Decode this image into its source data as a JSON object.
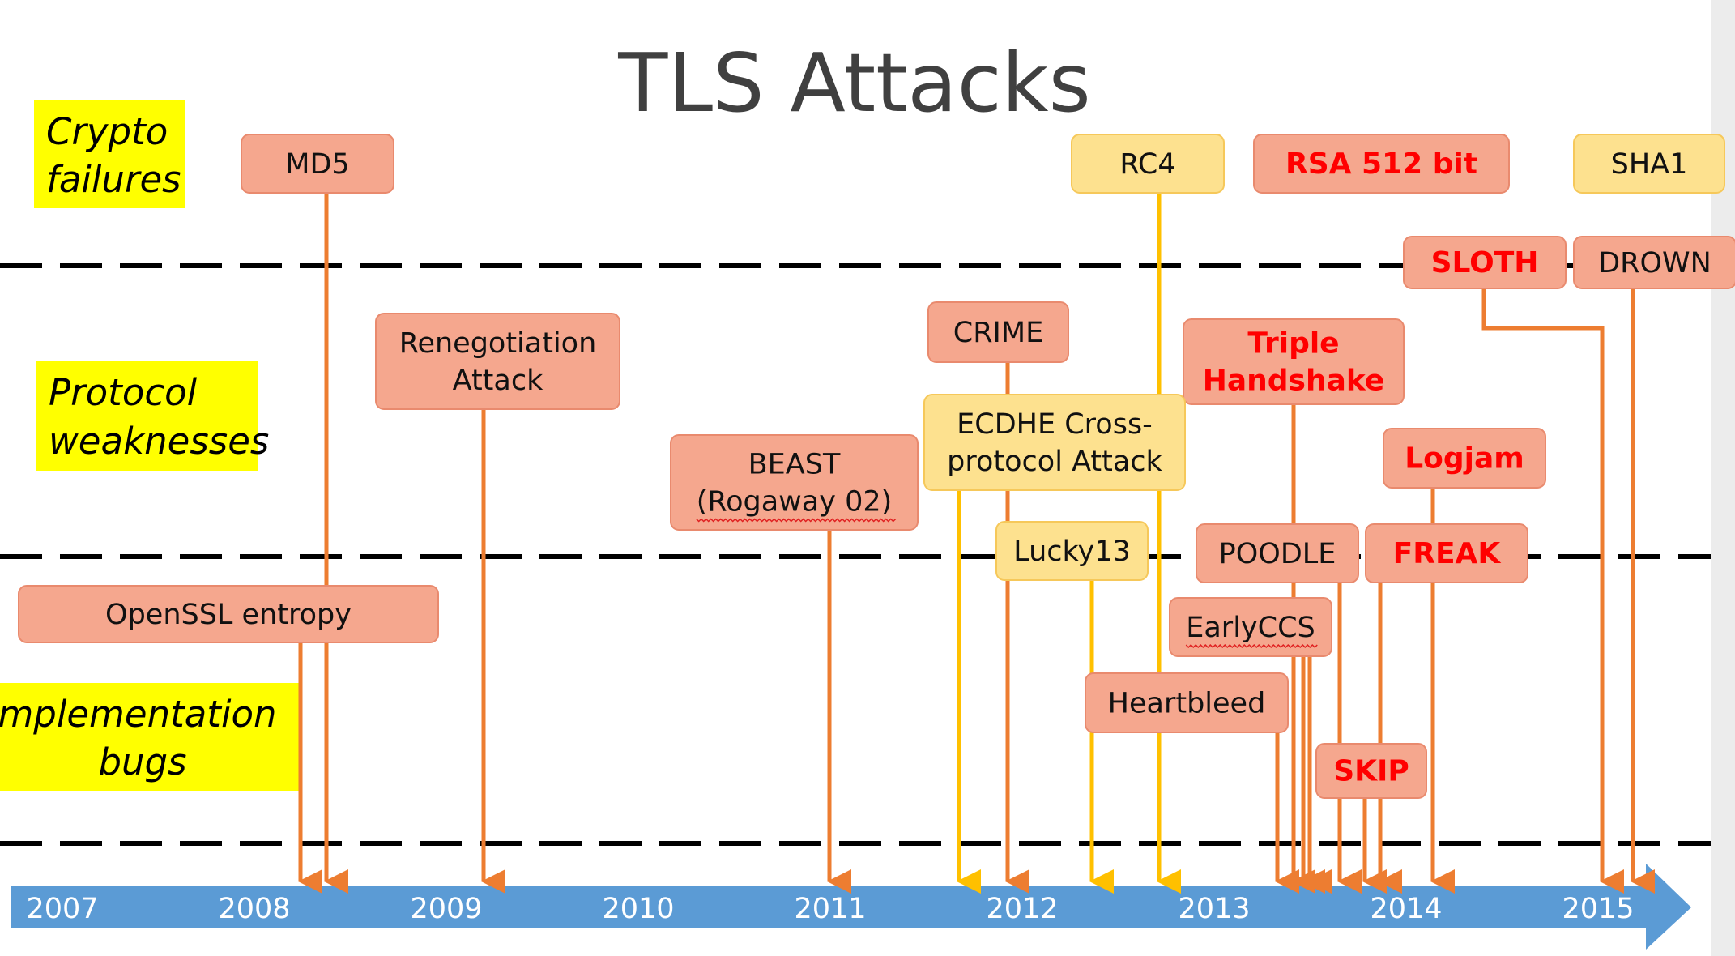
{
  "title": "TLS Attacks",
  "categories": [
    {
      "id": "crypto",
      "lines": [
        "Crypto",
        "failures"
      ]
    },
    {
      "id": "protocol",
      "lines": [
        "Protocol",
        "weaknesses"
      ]
    },
    {
      "id": "impl",
      "lines": [
        "Implementation",
        "bugs"
      ]
    }
  ],
  "years": [
    "2007",
    "2008",
    "2009",
    "2010",
    "2011",
    "2012",
    "2013",
    "2014",
    "2015"
  ],
  "colors": {
    "salmon_fill": "#f5a78e",
    "salmon_border": "#e98a6e",
    "yellow_fill": "#fde18f",
    "yellow_border": "#f6c85a",
    "orange_line": "#ed7d31",
    "gold_line": "#ffc000",
    "timeline": "#5b9bd5",
    "category_bg": "#ffff00",
    "attack_red": "#ff0000"
  },
  "attacks": [
    {
      "id": "md5",
      "lines": [
        "MD5"
      ],
      "style": "salmon",
      "emphasis": false
    },
    {
      "id": "rc4",
      "lines": [
        "RC4"
      ],
      "style": "yellow",
      "emphasis": false
    },
    {
      "id": "rsa512",
      "lines": [
        "RSA 512 bit"
      ],
      "style": "salmon",
      "emphasis": true
    },
    {
      "id": "sha1",
      "lines": [
        "SHA1"
      ],
      "style": "yellow",
      "emphasis": false
    },
    {
      "id": "sloth",
      "lines": [
        "SLOTH"
      ],
      "style": "salmon",
      "emphasis": true
    },
    {
      "id": "drown",
      "lines": [
        "DROWN"
      ],
      "style": "salmon",
      "emphasis": false
    },
    {
      "id": "renego",
      "lines": [
        "Renegotiation",
        "Attack"
      ],
      "style": "salmon",
      "emphasis": false
    },
    {
      "id": "crime",
      "lines": [
        "CRIME"
      ],
      "style": "salmon",
      "emphasis": false
    },
    {
      "id": "triple",
      "lines": [
        "Triple",
        "Handshake"
      ],
      "style": "salmon",
      "emphasis": true
    },
    {
      "id": "ecdhe",
      "lines": [
        "ECDHE Cross-",
        "protocol Attack"
      ],
      "style": "yellow",
      "emphasis": false
    },
    {
      "id": "beast",
      "lines": [
        "BEAST",
        "(Rogaway 02)"
      ],
      "style": "salmon",
      "emphasis": false
    },
    {
      "id": "logjam",
      "lines": [
        "Logjam"
      ],
      "style": "salmon",
      "emphasis": true
    },
    {
      "id": "lucky13",
      "lines": [
        "Lucky13"
      ],
      "style": "yellow",
      "emphasis": false
    },
    {
      "id": "poodle",
      "lines": [
        "POODLE"
      ],
      "style": "salmon",
      "emphasis": false
    },
    {
      "id": "freak",
      "lines": [
        "FREAK"
      ],
      "style": "salmon",
      "emphasis": true
    },
    {
      "id": "openssl",
      "lines": [
        "OpenSSL entropy"
      ],
      "style": "salmon",
      "emphasis": false
    },
    {
      "id": "earlyccs",
      "lines": [
        "EarlyCCS"
      ],
      "style": "salmon",
      "emphasis": false
    },
    {
      "id": "heartbleed",
      "lines": [
        "Heartbleed"
      ],
      "style": "salmon",
      "emphasis": false
    },
    {
      "id": "skip",
      "lines": [
        "SKIP"
      ],
      "style": "salmon",
      "emphasis": true
    }
  ]
}
